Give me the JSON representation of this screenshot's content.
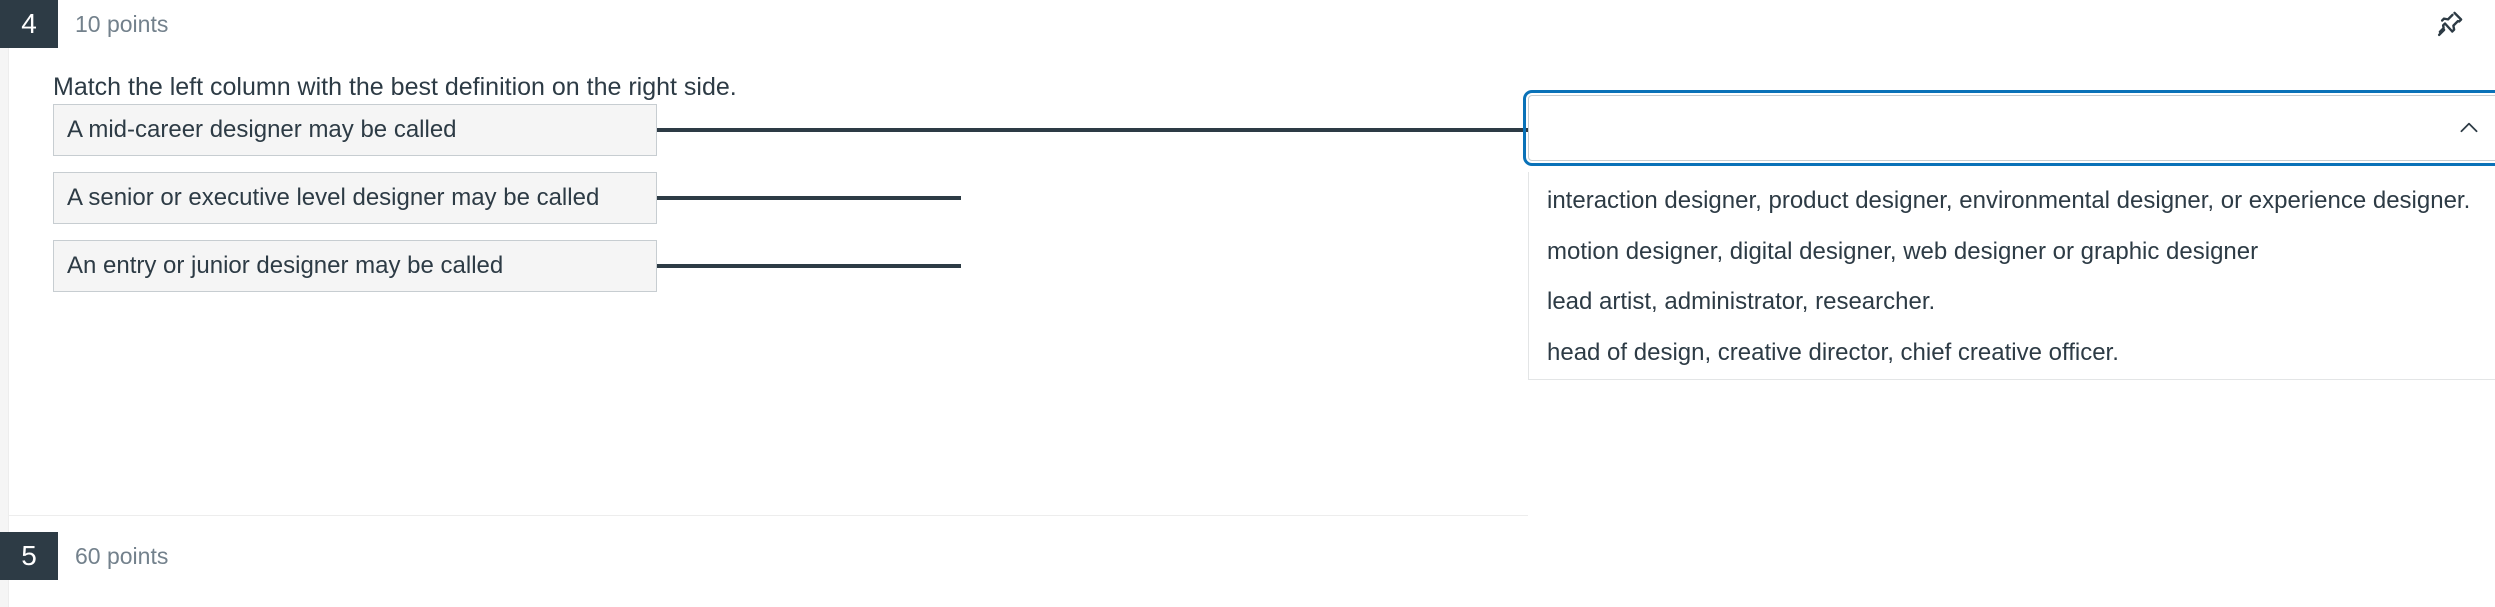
{
  "question": {
    "number": "4",
    "points": "10 points",
    "prompt": "Match the left column with the best definition on the right side.",
    "pin_icon": "pushpin-icon"
  },
  "matching": {
    "left_items": [
      {
        "label": "A mid-career designer may be called"
      },
      {
        "label": "A senior or executive level designer may be called"
      },
      {
        "label": "An entry or junior designer may be called"
      }
    ],
    "dropdown": {
      "selected_value": "",
      "placeholder": "",
      "state": "open",
      "chevron_icon": "chevron-up-icon",
      "focus_color": "#0a72b8",
      "options": [
        "interaction designer, product designer, environmental designer, or experience designer.",
        "motion designer, digital designer, web designer or graphic designer",
        "lead artist, administrator, researcher.",
        "head of design, creative director, chief creative officer."
      ]
    }
  },
  "next_question": {
    "number": "5",
    "points": "60 points"
  },
  "colors": {
    "number_badge_bg": "#2d3b45",
    "text": "#2d3b45",
    "muted_text": "#73818c",
    "item_bg": "#f5f5f5",
    "item_border": "#c7cdd1",
    "accent": "#0a72b8"
  }
}
